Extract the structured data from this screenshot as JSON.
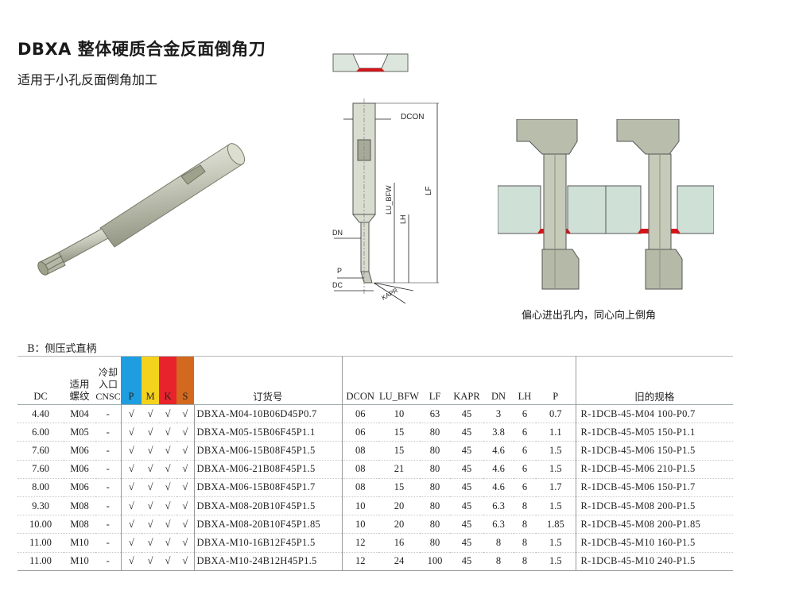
{
  "title": "DBXA 整体硬质合金反面倒角刀",
  "subtitle": "适用于小孔反面倒角加工",
  "caption": "偏心进出孔内，同心向上倒角",
  "section_label": "B：侧压式直柄",
  "dimension_labels": {
    "dcon": "DCON",
    "lu_bfw": "LU_BFW",
    "lh": "LH",
    "lf": "LF",
    "dn": "DN",
    "p": "P",
    "dc": "DC",
    "kapr": "KAPR"
  },
  "colors": {
    "P": "#1e9ee0",
    "M": "#f5d21c",
    "K": "#e8232c",
    "S": "#d2691e",
    "chamfer": "#d0161b"
  },
  "table": {
    "headers": {
      "dc": "DC",
      "thread_l1": "适用",
      "thread_l2": "螺纹",
      "coolant_l1": "冷却",
      "coolant_l2": "入口",
      "coolant_l3": "CNSC",
      "p": "P",
      "m": "M",
      "k": "K",
      "s": "S",
      "order": "订货号",
      "dcon": "DCON",
      "lu_bfw": "LU_BFW",
      "lf": "LF",
      "kapr": "KAPR",
      "dn": "DN",
      "lh": "LH",
      "pitch": "P",
      "old": "旧的规格"
    },
    "rows": [
      {
        "dc": "4.40",
        "thread": "M04",
        "cnsc": "-",
        "p": "√",
        "m": "√",
        "k": "√",
        "s": "√",
        "order": "DBXA-M04-10B06D45P0.7",
        "dcon": "06",
        "lu_bfw": "10",
        "lf": "63",
        "kapr": "45",
        "dn": "3",
        "lh": "6",
        "pitch": "0.7",
        "old": "R-1DCB-45-M04 100-P0.7"
      },
      {
        "dc": "6.00",
        "thread": "M05",
        "cnsc": "-",
        "p": "√",
        "m": "√",
        "k": "√",
        "s": "√",
        "order": "DBXA-M05-15B06F45P1.1",
        "dcon": "06",
        "lu_bfw": "15",
        "lf": "80",
        "kapr": "45",
        "dn": "3.8",
        "lh": "6",
        "pitch": "1.1",
        "old": "R-1DCB-45-M05 150-P1.1"
      },
      {
        "dc": "7.60",
        "thread": "M06",
        "cnsc": "-",
        "p": "√",
        "m": "√",
        "k": "√",
        "s": "√",
        "order": "DBXA-M06-15B08F45P1.5",
        "dcon": "08",
        "lu_bfw": "15",
        "lf": "80",
        "kapr": "45",
        "dn": "4.6",
        "lh": "6",
        "pitch": "1.5",
        "old": "R-1DCB-45-M06 150-P1.5"
      },
      {
        "dc": "7.60",
        "thread": "M06",
        "cnsc": "-",
        "p": "√",
        "m": "√",
        "k": "√",
        "s": "√",
        "order": "DBXA-M06-21B08F45P1.5",
        "dcon": "08",
        "lu_bfw": "21",
        "lf": "80",
        "kapr": "45",
        "dn": "4.6",
        "lh": "6",
        "pitch": "1.5",
        "old": "R-1DCB-45-M06 210-P1.5"
      },
      {
        "dc": "8.00",
        "thread": "M06",
        "cnsc": "-",
        "p": "√",
        "m": "√",
        "k": "√",
        "s": "√",
        "order": "DBXA-M06-15B08F45P1.7",
        "dcon": "08",
        "lu_bfw": "15",
        "lf": "80",
        "kapr": "45",
        "dn": "4.6",
        "lh": "6",
        "pitch": "1.7",
        "old": "R-1DCB-45-M06 150-P1.7"
      },
      {
        "dc": "9.30",
        "thread": "M08",
        "cnsc": "-",
        "p": "√",
        "m": "√",
        "k": "√",
        "s": "√",
        "order": "DBXA-M08-20B10F45P1.5",
        "dcon": "10",
        "lu_bfw": "20",
        "lf": "80",
        "kapr": "45",
        "dn": "6.3",
        "lh": "8",
        "pitch": "1.5",
        "old": "R-1DCB-45-M08 200-P1.5"
      },
      {
        "dc": "10.00",
        "thread": "M08",
        "cnsc": "-",
        "p": "√",
        "m": "√",
        "k": "√",
        "s": "√",
        "order": "DBXA-M08-20B10F45P1.85",
        "dcon": "10",
        "lu_bfw": "20",
        "lf": "80",
        "kapr": "45",
        "dn": "6.3",
        "lh": "8",
        "pitch": "1.85",
        "old": "R-1DCB-45-M08 200-P1.85"
      },
      {
        "dc": "11.00",
        "thread": "M10",
        "cnsc": "-",
        "p": "√",
        "m": "√",
        "k": "√",
        "s": "√",
        "order": "DBXA-M10-16B12F45P1.5",
        "dcon": "12",
        "lu_bfw": "16",
        "lf": "80",
        "kapr": "45",
        "dn": "8",
        "lh": "8",
        "pitch": "1.5",
        "old": "R-1DCB-45-M10 160-P1.5"
      },
      {
        "dc": "11.00",
        "thread": "M10",
        "cnsc": "-",
        "p": "√",
        "m": "√",
        "k": "√",
        "s": "√",
        "order": "DBXA-M10-24B12H45P1.5",
        "dcon": "12",
        "lu_bfw": "24",
        "lf": "100",
        "kapr": "45",
        "dn": "8",
        "lh": "8",
        "pitch": "1.5",
        "old": "R-1DCB-45-M10 240-P1.5"
      }
    ]
  }
}
